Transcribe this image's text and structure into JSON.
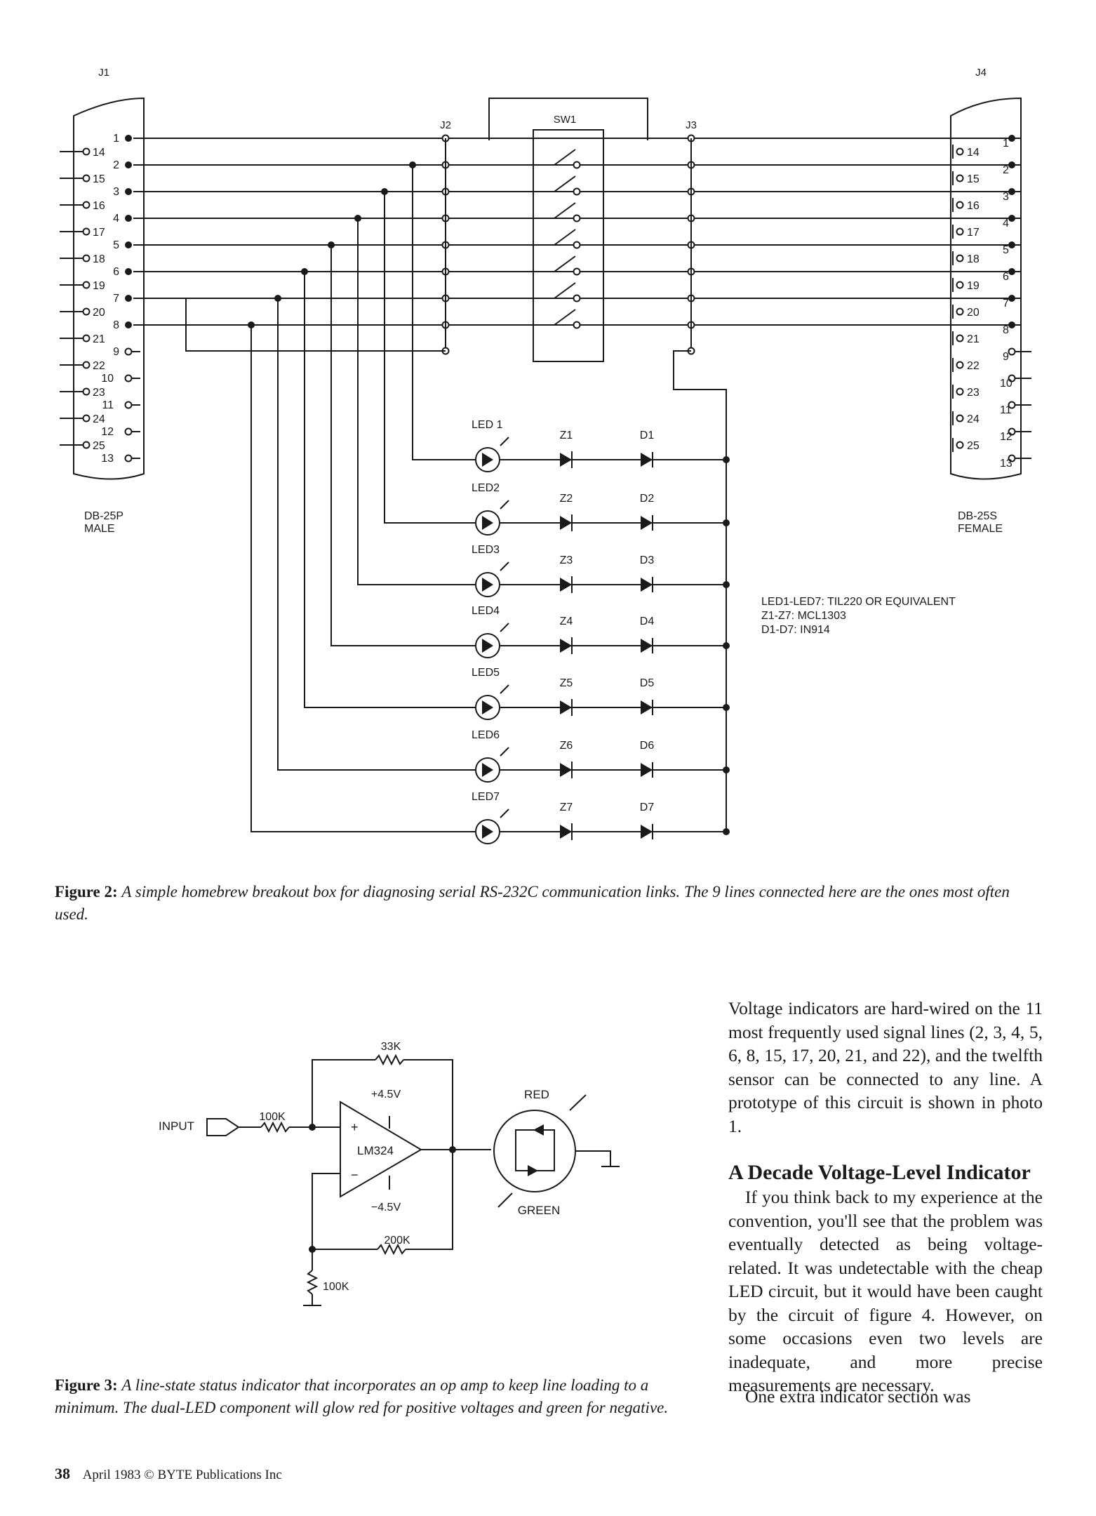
{
  "figure2": {
    "connector_left_name": "J1",
    "connector_right_name": "J4",
    "connector_left_type": [
      "DB-25P",
      "MALE"
    ],
    "connector_right_type": [
      "DB-25S",
      "FEMALE"
    ],
    "j2_label": "J2",
    "j3_label": "J3",
    "switch_label": "SW1",
    "left_top_pins": [
      "1",
      "2",
      "3",
      "4",
      "5",
      "6",
      "7",
      "8",
      "9",
      "10",
      "11",
      "12",
      "13"
    ],
    "left_bottom_pins": [
      "14",
      "15",
      "16",
      "17",
      "18",
      "19",
      "20",
      "21",
      "22",
      "23",
      "24",
      "25"
    ],
    "right_top_pins": [
      "1",
      "2",
      "3",
      "4",
      "5",
      "6",
      "7",
      "8",
      "9",
      "10",
      "11",
      "12",
      "13"
    ],
    "right_bottom_pins": [
      "14",
      "15",
      "16",
      "17",
      "18",
      "19",
      "20",
      "21",
      "22",
      "23",
      "24",
      "25"
    ],
    "leds": [
      "LED 1",
      "LED2",
      "LED3",
      "LED4",
      "LED5",
      "LED6",
      "LED7"
    ],
    "zeners": [
      "Z1",
      "Z2",
      "Z3",
      "Z4",
      "Z5",
      "Z6",
      "Z7"
    ],
    "diodes": [
      "D1",
      "D2",
      "D3",
      "D4",
      "D5",
      "D6",
      "D7"
    ],
    "parts_note": [
      "LED1-LED7:  TIL220 OR EQUIVALENT",
      "Z1-Z7:  MCL1303",
      "D1-D7:  IN914"
    ],
    "caption_label": "Figure 2:",
    "caption_text": "A simple homebrew breakout box for diagnosing serial RS-232C communication links. The 9 lines connected here are the ones most often used."
  },
  "figure3": {
    "input_label": "INPUT",
    "r_input": "100K",
    "r_feedback_top": "33K",
    "r_feedback_bottom": "200K",
    "r_ground": "100K",
    "opamp": "LM324",
    "plus": "+",
    "minus": "−",
    "vpos": "+4.5V",
    "vneg": "−4.5V",
    "led_red": "RED",
    "led_green": "GREEN",
    "caption_label": "Figure 3:",
    "caption_text": "A line-state status indicator that incorporates an op amp to keep line loading to a minimum. The dual-LED component will glow red for positive voltages and green for negative."
  },
  "body": {
    "para1": "Voltage indicators are hard-wired on the 11 most frequently used signal lines (2, 3, 4, 5, 6, 8, 15, 17, 20, 21, and 22), and the twelfth sensor can be connected to any line. A prototype of this circuit is shown in photo 1.",
    "heading": "A Decade Voltage-Level Indicator",
    "para2": "If you think back to my experience at the convention, you'll see that the problem was eventually detected as being voltage-related. It was undetectable with the cheap LED circuit, but it would have been caught by the circuit of figure 4. However, on some occasions even two levels are inadequate, and more precise measurements are necessary.",
    "para3": "One extra indicator section was"
  },
  "footer": {
    "page_number": "38",
    "credit": "April 1983 © BYTE Publications Inc"
  }
}
